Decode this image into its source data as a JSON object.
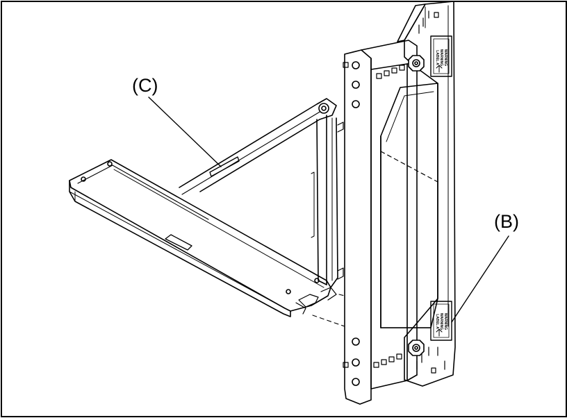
{
  "callouts": {
    "c": "(C)",
    "b": "(B)"
  },
  "bracket_labels": {
    "top": [
      "WARNING",
      "WARNING",
      "LABEL A"
    ],
    "bottom": [
      "WARNING",
      "WARNING",
      "LABEL A"
    ]
  },
  "colors": {
    "line": "#000000",
    "background": "#ffffff"
  }
}
